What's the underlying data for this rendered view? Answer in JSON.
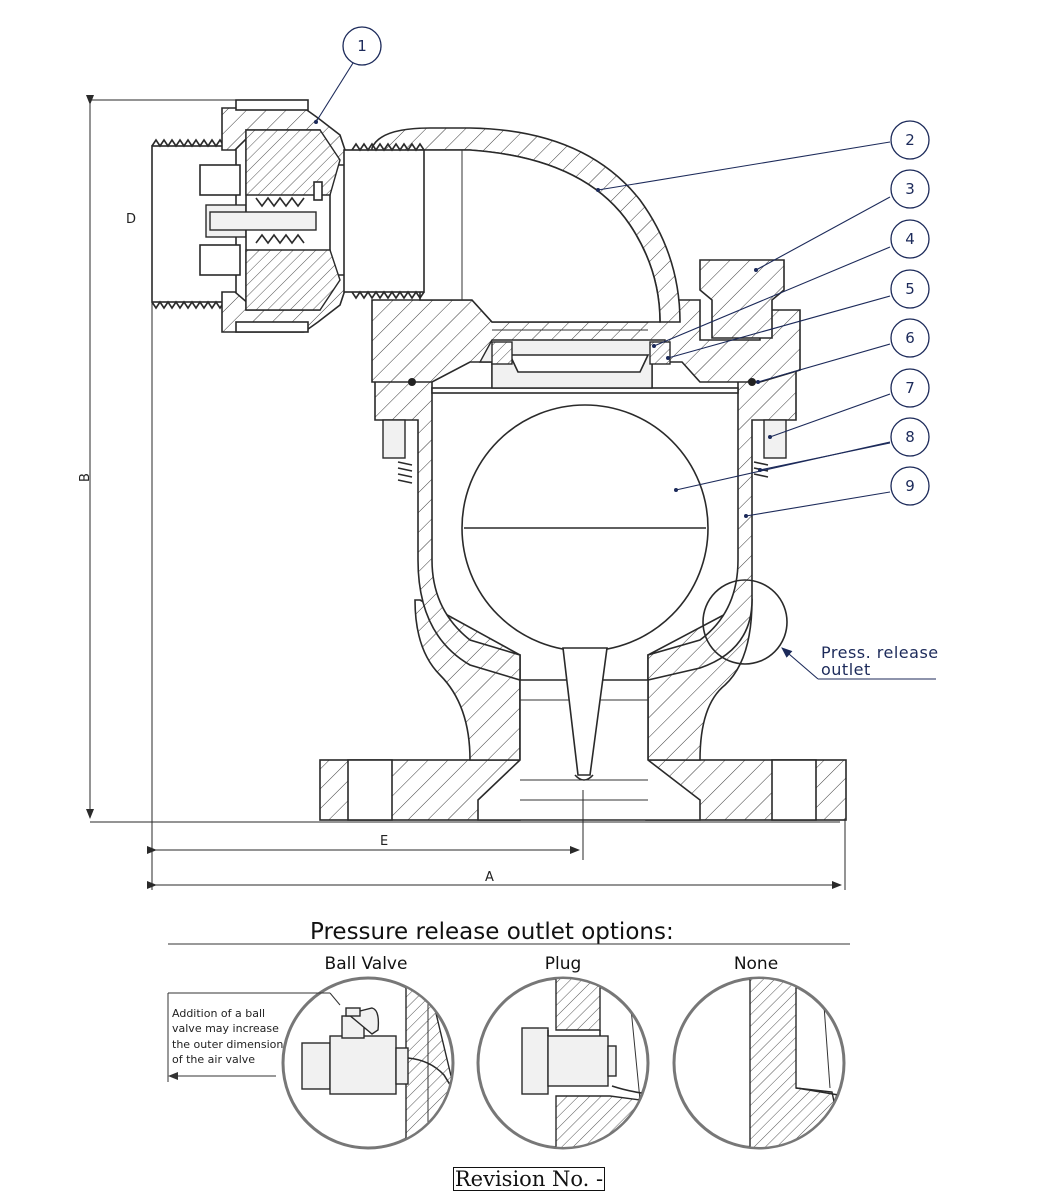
{
  "drawing": {
    "balloons": [
      {
        "number": "1"
      },
      {
        "number": "2"
      },
      {
        "number": "3"
      },
      {
        "number": "4"
      },
      {
        "number": "5"
      },
      {
        "number": "6"
      },
      {
        "number": "7"
      },
      {
        "number": "8"
      },
      {
        "number": "9"
      }
    ],
    "dimensions": {
      "a": "A",
      "b": "B",
      "d": "D",
      "e": "E"
    },
    "outlet_note": {
      "line1": "Press. release",
      "line2": "outlet"
    }
  },
  "options_section": {
    "heading": "Pressure release outlet options:",
    "ball_valve": {
      "label": "Ball Valve",
      "note": [
        "Addition of a ball",
        "valve may increase",
        "the outer dimension",
        "of the air valve"
      ]
    },
    "plug": {
      "label": "Plug"
    },
    "none": {
      "label": "None"
    }
  },
  "revision": {
    "text": "Revision No. -"
  },
  "colors": {
    "line": "#2a2a2a",
    "callout": "#1c2a5a",
    "background": "#ffffff"
  }
}
